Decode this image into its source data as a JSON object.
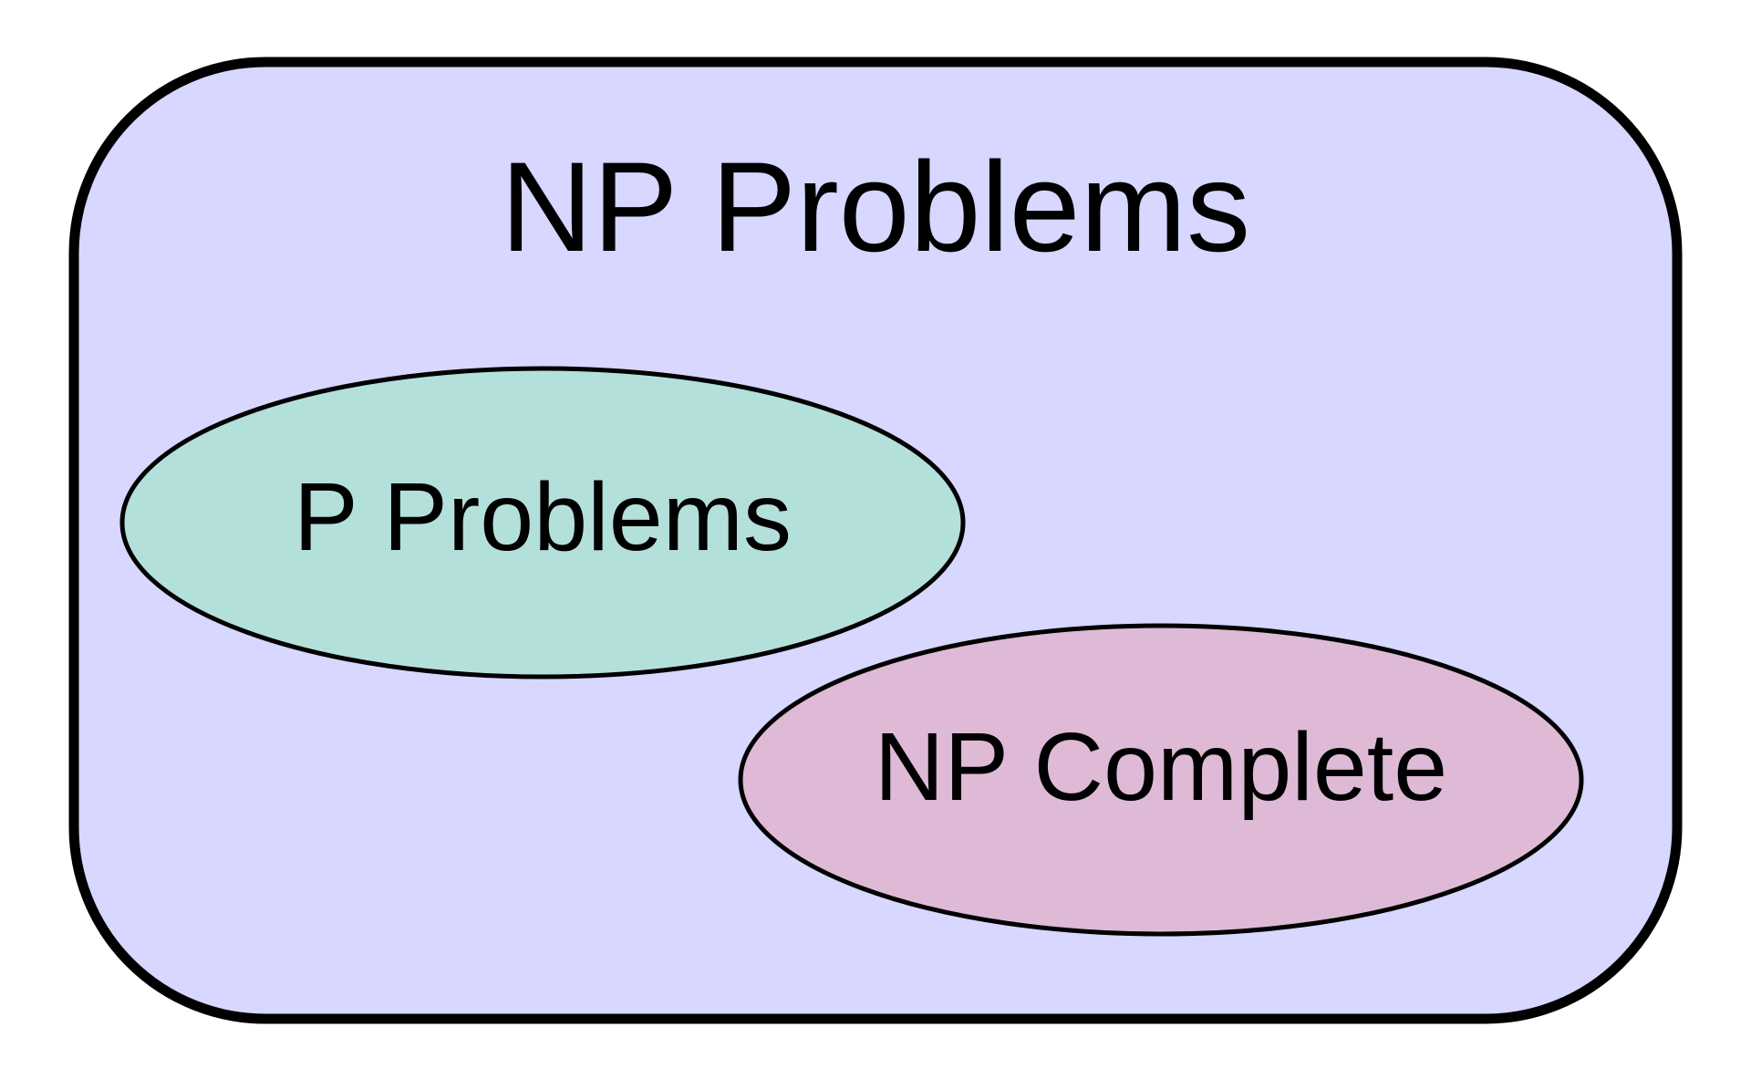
{
  "diagram": {
    "cluster": {
      "label": "NP Problems",
      "fill": "#d7d7ff",
      "stroke": "#000000"
    },
    "nodes": [
      {
        "id": "p_problems",
        "label": "P Problems",
        "fill": "#b4e0dc",
        "stroke": "#000000"
      },
      {
        "id": "np_complete",
        "label": "NP Complete",
        "fill": "#debad6",
        "stroke": "#000000"
      }
    ]
  }
}
